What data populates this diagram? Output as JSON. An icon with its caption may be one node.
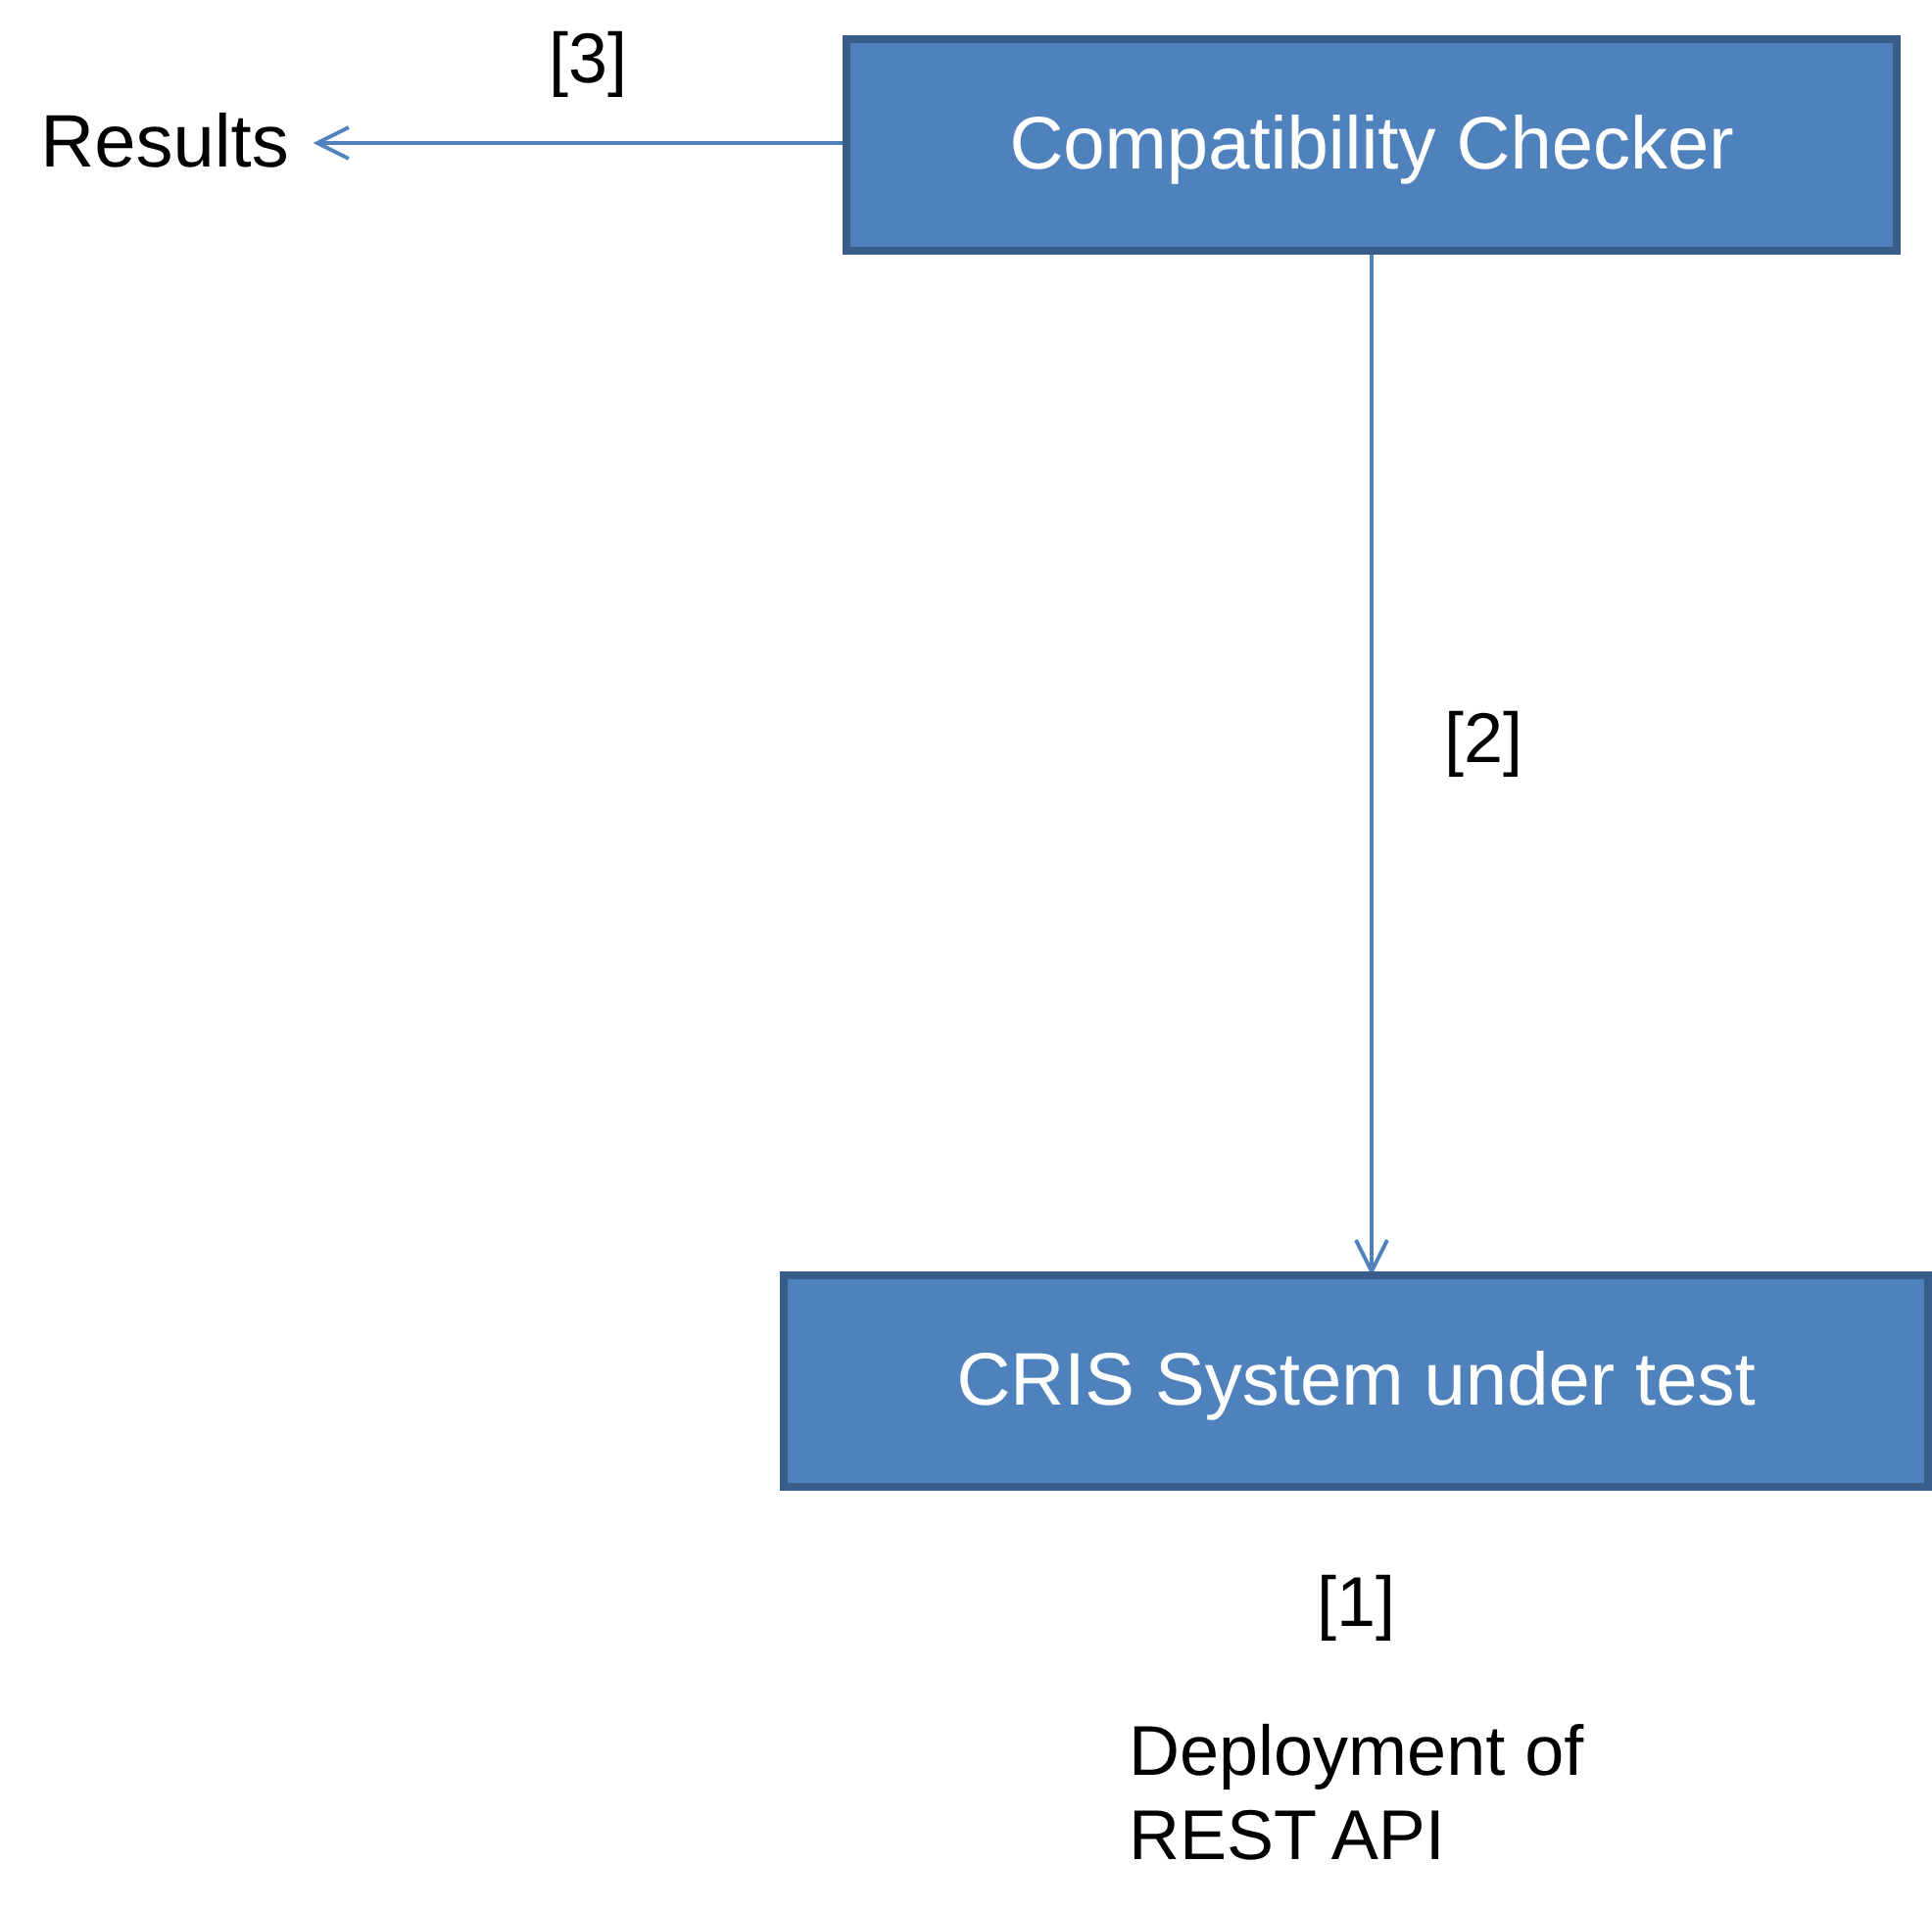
{
  "diagram": {
    "nodes": [
      {
        "text": [
          "Compatibility Checker"
        ]
      },
      {
        "text": [
          "CRIS System under test"
        ]
      },
      {
        "text": [
          "Results"
        ]
      }
    ],
    "edges": [
      {
        "from": 0,
        "to": 2,
        "arrow": "to",
        "label": "[3]"
      },
      {
        "from": 0,
        "to": 1,
        "arrow": "to",
        "label": "[2]"
      }
    ],
    "labels": [
      "[1]",
      "Deployment of REST API"
    ]
  }
}
